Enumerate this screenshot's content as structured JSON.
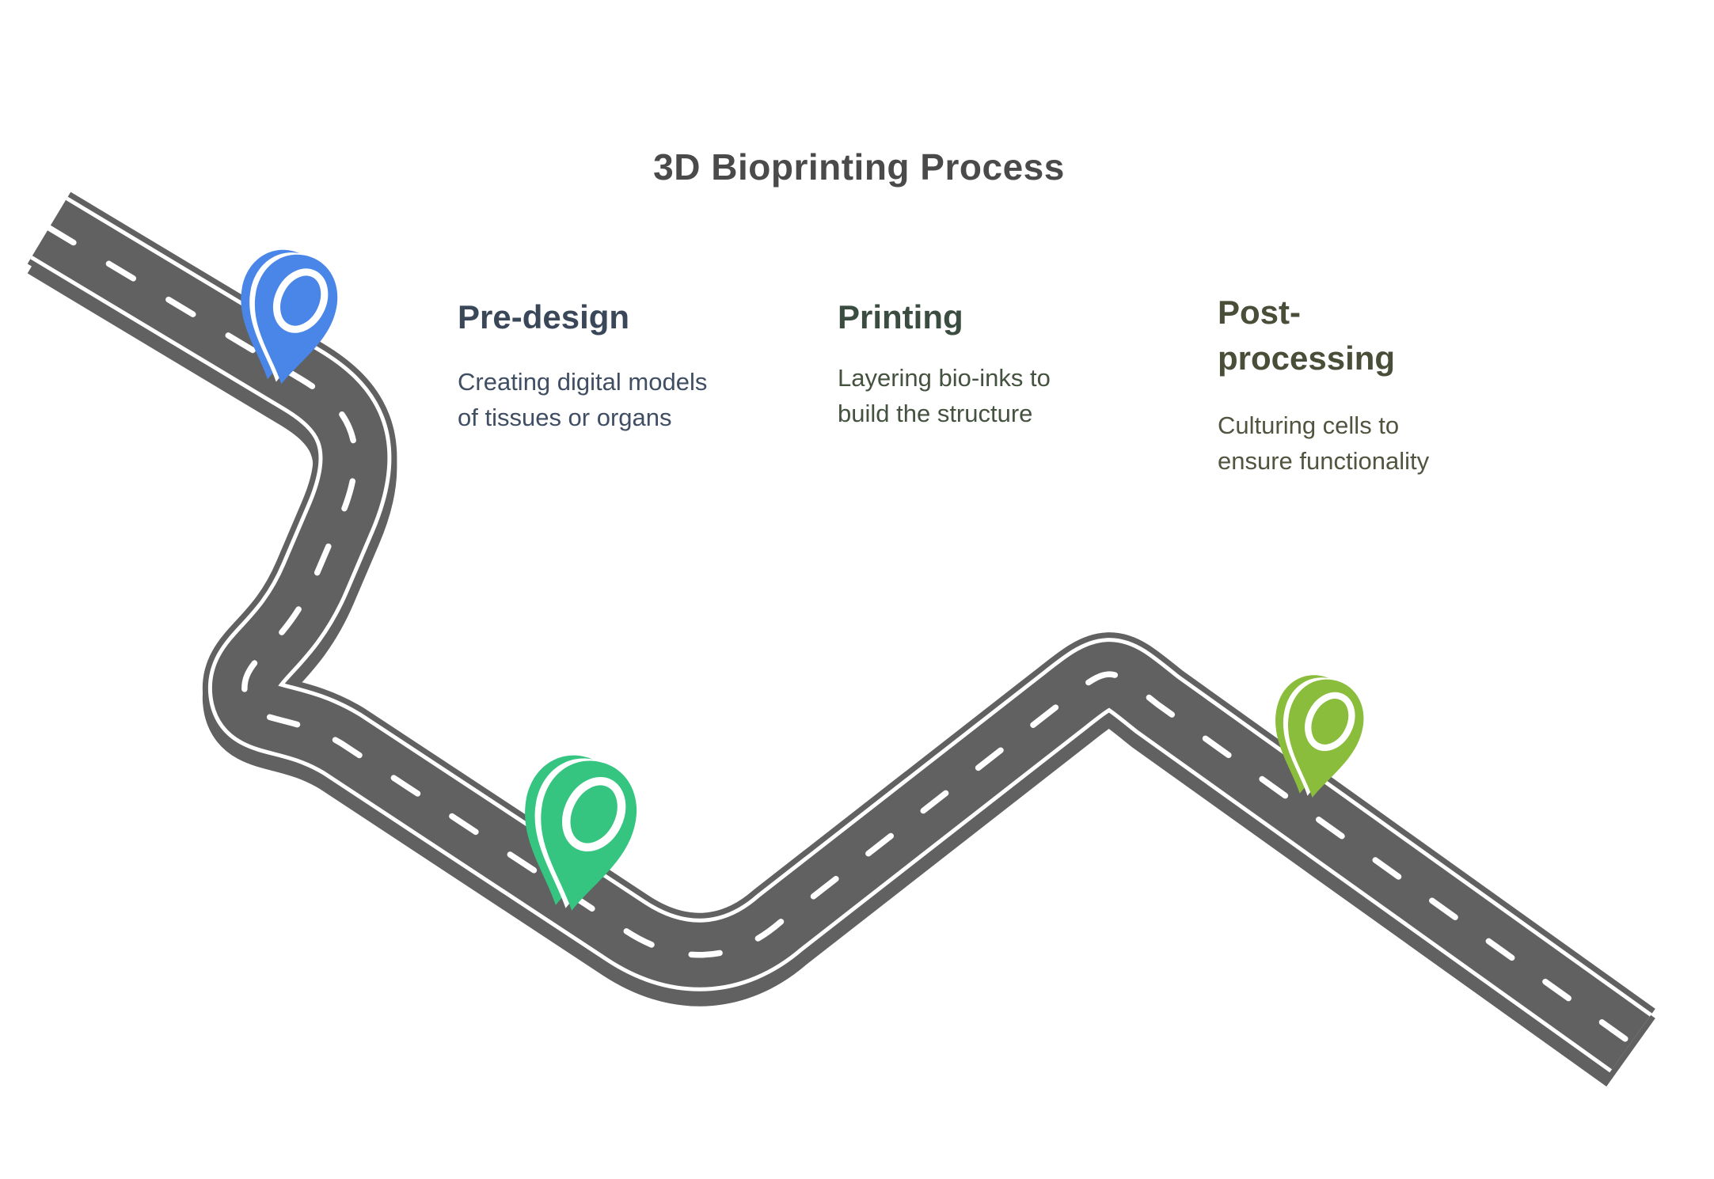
{
  "title": {
    "text": "3D Bioprinting Process",
    "color": "#4a4a4a"
  },
  "road": {
    "asphalt_color": "#616161",
    "marking_color": "#ffffff"
  },
  "stages": [
    {
      "label": "Pre-design",
      "description": "Creating digital models of tissues or organs",
      "heading_color": "#3a4759",
      "body_color": "#3f4e63",
      "pin": "blue-location-pin",
      "pin_color": "#4a86e8"
    },
    {
      "label": "Printing",
      "description": "Layering bio-inks to build the structure",
      "heading_color": "#3a4d40",
      "body_color": "#44523f",
      "pin": "green-location-pin",
      "pin_color": "#35c581"
    },
    {
      "label": "Post-processing",
      "description": "Culturing cells to ensure functionality",
      "heading_color": "#494e38",
      "body_color": "#51553f",
      "pin": "lime-location-pin",
      "pin_color": "#8bbd3d"
    }
  ]
}
